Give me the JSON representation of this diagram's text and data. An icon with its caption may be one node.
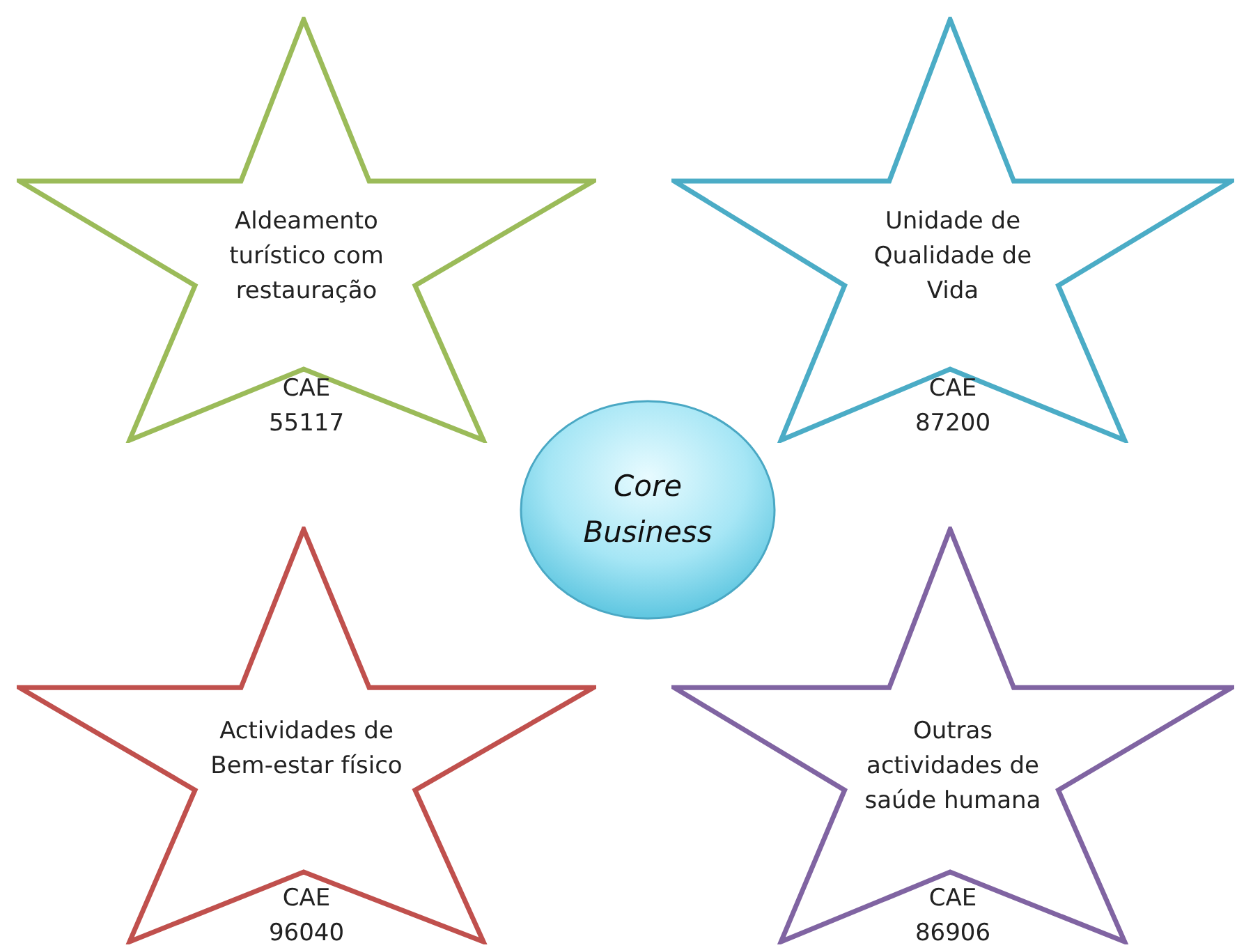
{
  "diagram": {
    "nodes": [
      {
        "text": [
          "Aldeamento turístico com restauração",
          "CAE 55117"
        ]
      },
      {
        "text": [
          "Unidade de Qualidade de Vida",
          "CAE 87200"
        ]
      },
      {
        "text": [
          "Core Business"
        ]
      },
      {
        "text": [
          "Actividades de Bem-estar físico",
          "CAE 96040"
        ]
      },
      {
        "text": [
          "Outras actividades de saúde humana",
          "CAE 86906"
        ]
      }
    ]
  }
}
